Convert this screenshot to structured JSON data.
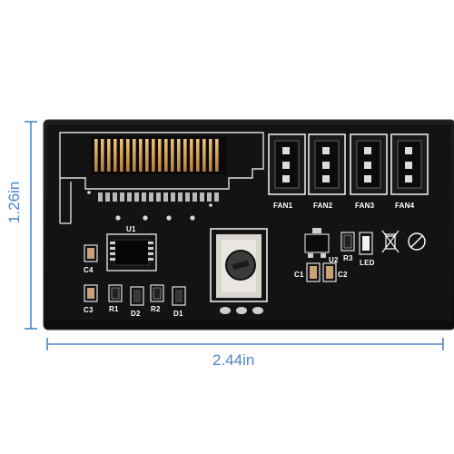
{
  "dimensions": {
    "height": "1.26in",
    "width": "2.44in",
    "line_color": "#4b86c9"
  },
  "board": {
    "base_color": "#141414",
    "silk_color": "#ffffff",
    "connector_pin_color": "#e0a657",
    "fan_labels": [
      "FAN1",
      "FAN2",
      "FAN3",
      "FAN4"
    ],
    "component_labels": {
      "u1": "U1",
      "u2": "U2",
      "r1": "R1",
      "r2": "R2",
      "r3": "R3",
      "c1": "C1",
      "c2": "C2",
      "c3": "C3",
      "c4": "C4",
      "d1": "D1",
      "d2": "D2",
      "led": "LED"
    }
  }
}
